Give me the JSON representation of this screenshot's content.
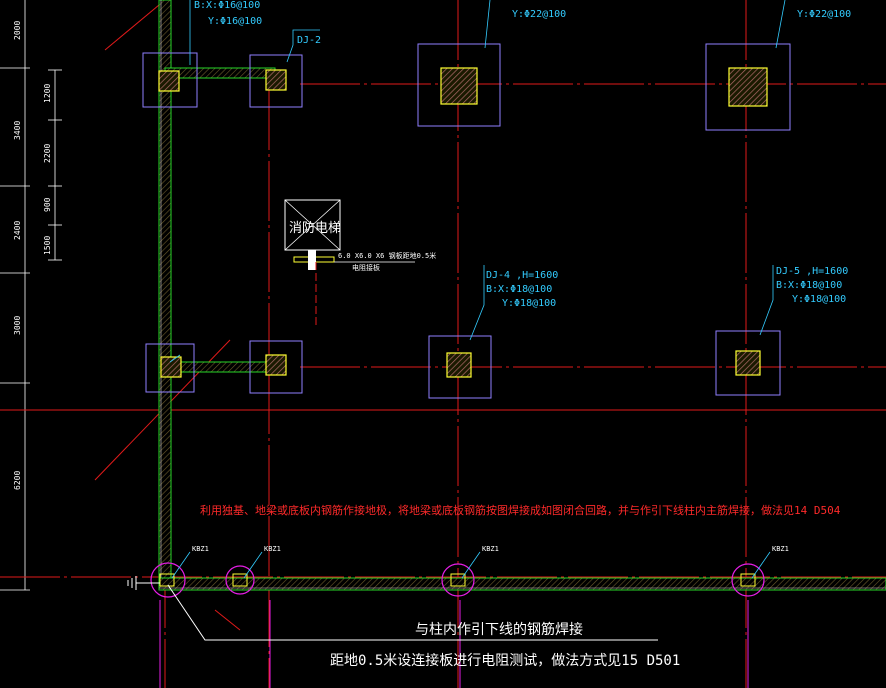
{
  "labels": {
    "dj2": "DJ-2",
    "dj2_bx": "B:X:Φ16@100",
    "dj2_by": "Y:Φ16@100",
    "dj_top_mid_y": "Y:Φ22@100",
    "dj_top_right_y": "Y:Φ22@100",
    "dj4": "DJ-4 ,H=1600",
    "dj4_bx": "B:X:Φ18@100",
    "dj4_by": "Y:Φ18@100",
    "dj5": "DJ-5 ,H=1600",
    "dj5_bx": "B:X:Φ18@100",
    "dj5_by": "Y:Φ18@100",
    "elevator": "消防电梯",
    "plate_note_1": "6.0 X6.0 X6 钢板距地0.5米",
    "plate_note_2": "电阻接板",
    "kbz1": "KBZ1",
    "note_red": "利用独基、地梁或底板内钢筋作接地极，将地梁或底板钢筋按图焊接成如图闭合回路，并与作引下线柱内主筋焊接，做法见14 D504",
    "note_weld": "与柱内作引下线的钢筋焊接",
    "note_test": "距地0.5米设连接板进行电阻测试，做法方式见15 D501"
  },
  "dimensions": {
    "outer": [
      "2000",
      "3400",
      "2400",
      "3000",
      "6200"
    ],
    "inner": [
      "1200",
      "2200",
      "900",
      "1500"
    ]
  },
  "colors": {
    "grid_red": "#e01a1a",
    "beam_green": "#27d627",
    "beam_white": "#d8d8d8",
    "footing_blue": "#8f7fff",
    "column_yellow": "#ffff33",
    "leader_cyan": "#33ccff",
    "rod_magenta": "#e61ee6",
    "dim_white": "#ffffff"
  }
}
